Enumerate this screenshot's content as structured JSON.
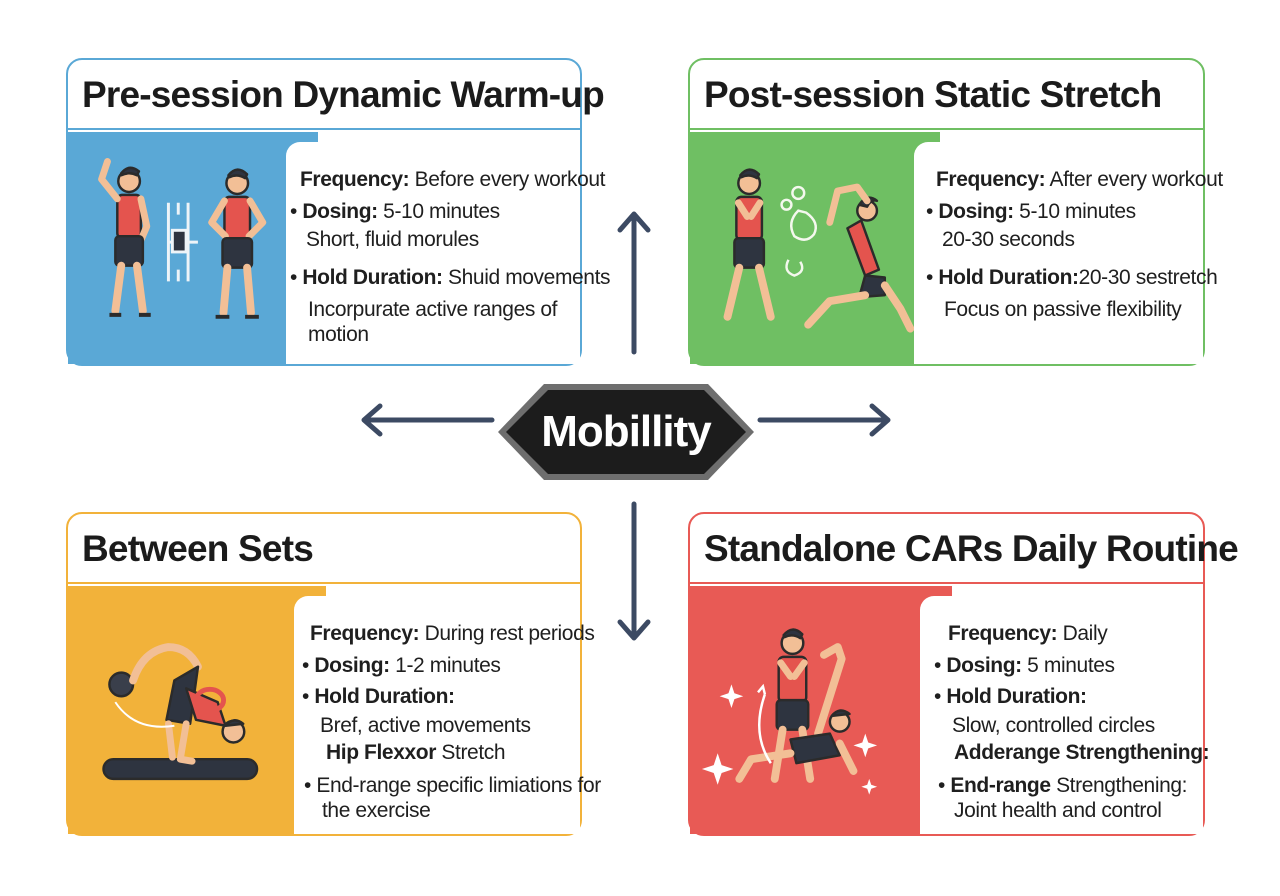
{
  "center": {
    "label": "Mobillity"
  },
  "cards": {
    "pre_session": {
      "title": "Pre-session Dynamic Warm-up",
      "color": "#5aa8d6",
      "lines": [
        {
          "bullet": "",
          "bold": "Frequency:",
          "text": " Before every workout"
        },
        {
          "bullet": "• ",
          "bold": "Dosing:",
          "text": " 5-10 minutes"
        },
        {
          "bullet": "",
          "bold": "",
          "text": "Short, fluid morules"
        },
        {
          "bullet": "• ",
          "bold": "Hold Duration:",
          "text": " Shuid movements"
        },
        {
          "bullet": "",
          "bold": "",
          "text": "Incorpurate active ranges of"
        },
        {
          "bullet": "",
          "bold": "",
          "text": "motion"
        }
      ]
    },
    "post_session": {
      "title": "Post-session Static Stretch",
      "color": "#6fbf63",
      "lines": [
        {
          "bullet": "",
          "bold": "Frequency:",
          "text": " After every workout"
        },
        {
          "bullet": "• ",
          "bold": "Dosing:",
          "text": " 5-10 minutes"
        },
        {
          "bullet": "",
          "bold": "",
          "text": "20-30 seconds"
        },
        {
          "bullet": "• ",
          "bold": "Hold Duration:",
          "text": "20-30 sestretch"
        },
        {
          "bullet": "",
          "bold": "",
          "text": "Focus on passive flexibility"
        }
      ]
    },
    "between_sets": {
      "title": "Between Sets",
      "color": "#f2b23a",
      "lines": [
        {
          "bullet": "",
          "bold": "Frequency:",
          "text": " During rest periods"
        },
        {
          "bullet": "• ",
          "bold": "Dosing:",
          "text": " 1-2 minutes"
        },
        {
          "bullet": "• ",
          "bold": "Hold Duration:",
          "text": ""
        },
        {
          "bullet": "",
          "bold": "",
          "text": "Bref, active movements"
        },
        {
          "bullet": "",
          "bold": "Hip Flexxor",
          "text": " Stretch"
        },
        {
          "bullet": "• ",
          "bold": "",
          "text": "End-range specific limiations for"
        },
        {
          "bullet": "",
          "bold": "",
          "text": "the exercise"
        }
      ]
    },
    "standalone": {
      "title": "Standalone CARs Daily Routine",
      "color": "#e85a55",
      "lines": [
        {
          "bullet": "",
          "bold": "Frequency:",
          "text": " Daily"
        },
        {
          "bullet": "• ",
          "bold": "Dosing:",
          "text": " 5 minutes"
        },
        {
          "bullet": "• ",
          "bold": "Hold Duration:",
          "text": ""
        },
        {
          "bullet": "",
          "bold": "",
          "text": "Slow, controlled circles"
        },
        {
          "bullet": "",
          "bold": "Adderange Strengthening:",
          "text": ""
        },
        {
          "bullet": "• ",
          "bold": "End-range",
          "text": " Strengthening:"
        },
        {
          "bullet": "",
          "bold": "",
          "text": "Joint health and control"
        }
      ]
    }
  },
  "colors": {
    "arrow": "#3c4a63",
    "hex_fill": "#1c1c1c",
    "hex_border": "#6e6e6e",
    "skin": "#f2bf96",
    "shirt": "#e4544e",
    "shorts": "#2e3440"
  },
  "icons": {
    "pre_session": "warmup-figures-icon",
    "post_session": "stretch-figures-icon",
    "between_sets": "hip-flexor-stretch-icon",
    "standalone": "cars-routine-figures-icon"
  }
}
